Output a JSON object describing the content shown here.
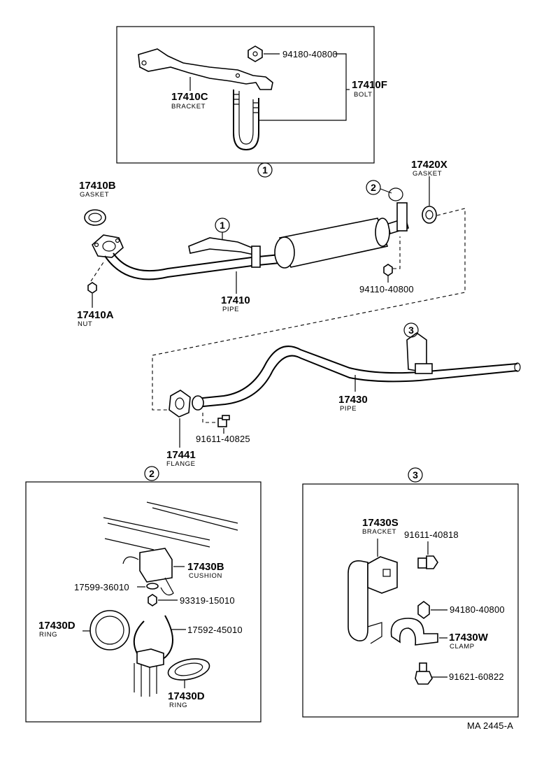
{
  "detail1": {
    "callout": "1",
    "nut": "94180-40800",
    "bolt_no": "17410F",
    "bolt_name": "BOLT",
    "bracket_no": "17410C",
    "bracket_name": "BRACKET"
  },
  "main": {
    "gasket_front_no": "17410B",
    "gasket_front_name": "GASKET",
    "gasket_rear_no": "17420X",
    "gasket_rear_name": "GASKET",
    "callout_1": "1",
    "callout_2": "2",
    "callout_3": "3",
    "nut_no": "17410A",
    "nut_name": "NUT",
    "pipe_front_no": "17410",
    "pipe_front_name": "PIPE",
    "nut2": "94110-40800",
    "pipe_rear_no": "17430",
    "pipe_rear_name": "PIPE",
    "flange_no": "17441",
    "flange_name": "FLANGE",
    "bolt2": "91611-40825"
  },
  "detail2": {
    "callout": "2",
    "cushion_no": "17430B",
    "cushion_name": "CUSHION",
    "part_a": "17599-36010",
    "part_b": "93319-15010",
    "ring1_no": "17430D",
    "ring1_name": "RING",
    "part_c": "17592-45010",
    "ring2_no": "17430D",
    "ring2_name": "RING"
  },
  "detail3": {
    "callout": "3",
    "bracket_no": "17430S",
    "bracket_name": "BRACKET",
    "bolt": "91611-40818",
    "nut": "94180-40800",
    "clamp_no": "17430W",
    "clamp_name": "CLAMP",
    "bolt2": "91621-60822"
  },
  "footer": {
    "code": "MA 2445-A"
  }
}
